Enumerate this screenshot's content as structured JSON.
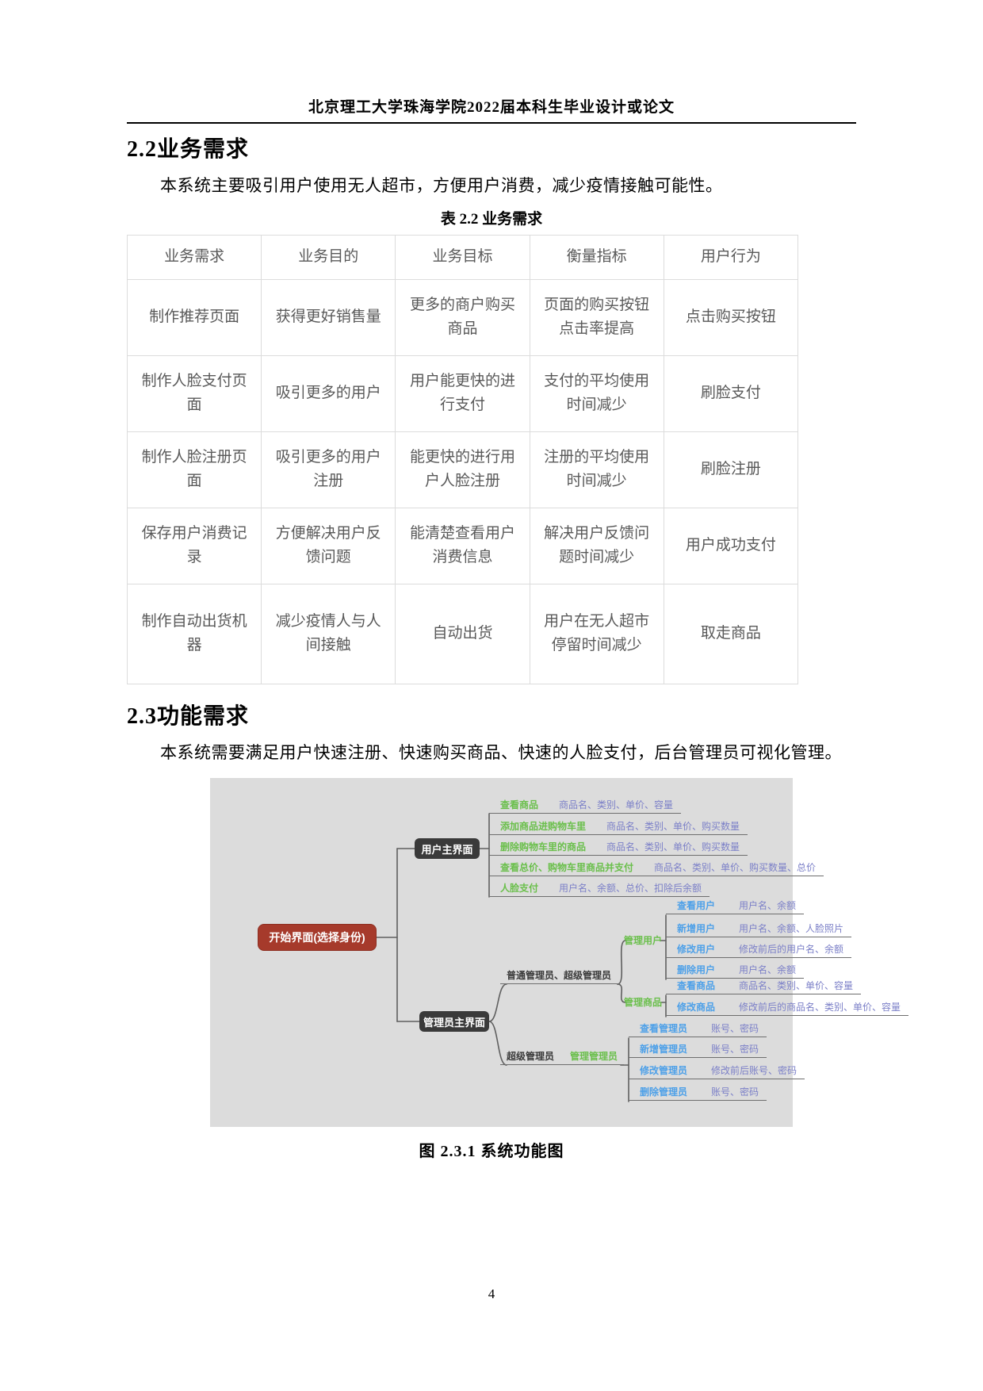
{
  "header": {
    "title": "北京理工大学珠海学院2022届本科生毕业设计或论文"
  },
  "sec22": {
    "heading": "2.2业务需求",
    "intro": "本系统主要吸引用户使用无人超市，方便用户消费，减少疫情接触可能性。",
    "table_caption": "表 2.2 业务需求",
    "columns": [
      "业务需求",
      "业务目的",
      "业务目标",
      "衡量指标",
      "用户行为"
    ],
    "rows": [
      [
        "制作推荐页面",
        "获得更好销售量",
        "更多的商户购买商品",
        "页面的购买按钮点击率提高",
        "点击购买按钮"
      ],
      [
        "制作人脸支付页面",
        "吸引更多的用户",
        "用户能更快的进行支付",
        "支付的平均使用时间减少",
        "刷脸支付"
      ],
      [
        "制作人脸注册页面",
        "吸引更多的用户注册",
        "能更快的进行用户人脸注册",
        "注册的平均使用时间减少",
        "刷脸注册"
      ],
      [
        "保存用户消费记录",
        "方便解决用户反馈问题",
        "能清楚查看用户消费信息",
        "解决用户反馈问题时间减少",
        "用户成功支付"
      ],
      [
        "制作自动出货机器",
        "减少疫情人与人间接触",
        "自动出货",
        "用户在无人超市停留时间减少",
        "取走商品"
      ]
    ]
  },
  "sec23": {
    "heading": "2.3功能需求",
    "intro": "本系统需要满足用户快速注册、快速购买商品、快速的人脸支付，后台管理员可视化管理。",
    "figure_caption": "图 2.3.1 系统功能图"
  },
  "mindmap": {
    "root": "开始界面(选择身份)",
    "userMain": {
      "label": "用户主界面",
      "items": [
        {
          "label": "查看商品",
          "fields": "商品名、类别、单价、容量"
        },
        {
          "label": "添加商品进购物车里",
          "fields": "商品名、类别、单价、购买数量"
        },
        {
          "label": "删除购物车里的商品",
          "fields": "商品名、类别、单价、购买数量"
        },
        {
          "label": "查看总价、购物车里商品并支付",
          "fields": "商品名、类别、单价、购买数量、总价"
        },
        {
          "label": "人脸支付",
          "fields": "用户名、余额、总价、扣除后余额"
        }
      ]
    },
    "adminMain": {
      "label": "管理员主界面"
    },
    "commonBranch": {
      "label": "普通管理员、超级管理员"
    },
    "manageUser": {
      "label": "管理用户",
      "items": [
        {
          "label": "查看用户",
          "fields": "用户名、余额"
        },
        {
          "label": "新增用户",
          "fields": "用户名、余额、人脸照片"
        },
        {
          "label": "修改用户",
          "fields": "修改前后的用户名、余额"
        },
        {
          "label": "删除用户",
          "fields": "用户名、余额"
        }
      ]
    },
    "manageProduct": {
      "label": "管理商品",
      "items": [
        {
          "label": "查看商品",
          "fields": "商品名、类别、单价、容量"
        },
        {
          "label": "修改商品",
          "fields": "修改前后的商品名、类别、单价、容量"
        }
      ]
    },
    "superBranch": {
      "label": "超级管理员"
    },
    "manageAdmin": {
      "label": "管理管理员",
      "items": [
        {
          "label": "查看管理员",
          "fields": "账号、密码"
        },
        {
          "label": "新增管理员",
          "fields": "账号、密码"
        },
        {
          "label": "修改管理员",
          "fields": "修改前后账号、密码"
        },
        {
          "label": "删除管理员",
          "fields": "账号、密码"
        }
      ]
    },
    "colors": {
      "root_bg": "#a63a2b",
      "node_bg": "#3a3a3a",
      "function_green": "#6abf4b",
      "function_blue": "#4da0e8",
      "field_purple": "#7c80c8",
      "diagram_bg": "#dcdcdc"
    }
  },
  "footer": {
    "page_number": "4"
  }
}
